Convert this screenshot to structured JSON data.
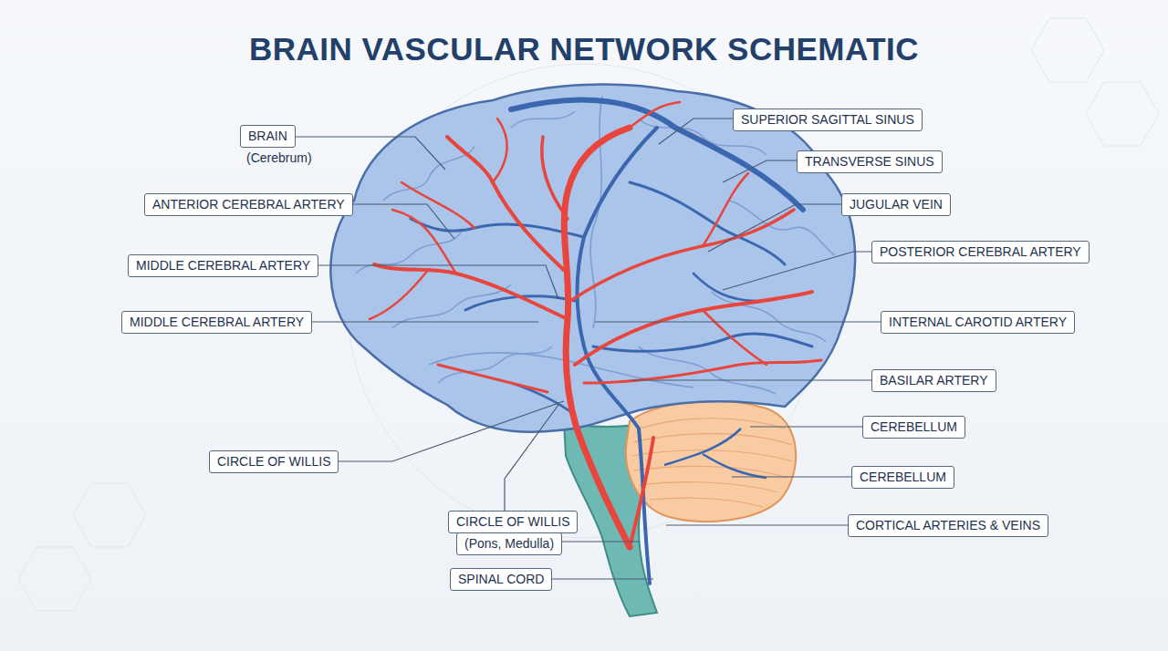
{
  "diagram": {
    "title": "BRAIN VASCULAR NETWORK SCHEMATIC",
    "nodes": [
      {
        "text": [
          "SUPERIOR SAGITTAL SINUS"
        ]
      },
      {
        "text": [
          "BRAIN",
          "(Cerebrum)"
        ]
      },
      {
        "text": [
          "TRANSVERSE SINUS"
        ]
      },
      {
        "text": [
          "ANTERIOR CEREBRAL ARTERY"
        ]
      },
      {
        "text": [
          "JUGULAR VEIN"
        ]
      },
      {
        "text": [
          "POSTERIOR CEREBRAL ARTERY"
        ]
      },
      {
        "text": [
          "MIDDLE CEREBRAL ARTERY"
        ]
      },
      {
        "text": [
          "MIDDLE CEREBRAL ARTERY"
        ]
      },
      {
        "text": [
          "INTERNAL CAROTID ARTERY"
        ]
      },
      {
        "text": [
          "BASILAR ARTERY"
        ]
      },
      {
        "text": [
          "CEREBELLUM"
        ]
      },
      {
        "text": [
          "CIRCLE OF WILLIS"
        ]
      },
      {
        "text": [
          "CEREBELLUM"
        ]
      },
      {
        "text": [
          "CIRCLE OF WILLIS"
        ]
      },
      {
        "text": [
          "CORTICAL ARTERIES & VEINS"
        ]
      },
      {
        "text": [
          "(Pons, Medulla)"
        ]
      },
      {
        "text": [
          "SPINAL CORD"
        ]
      }
    ]
  }
}
